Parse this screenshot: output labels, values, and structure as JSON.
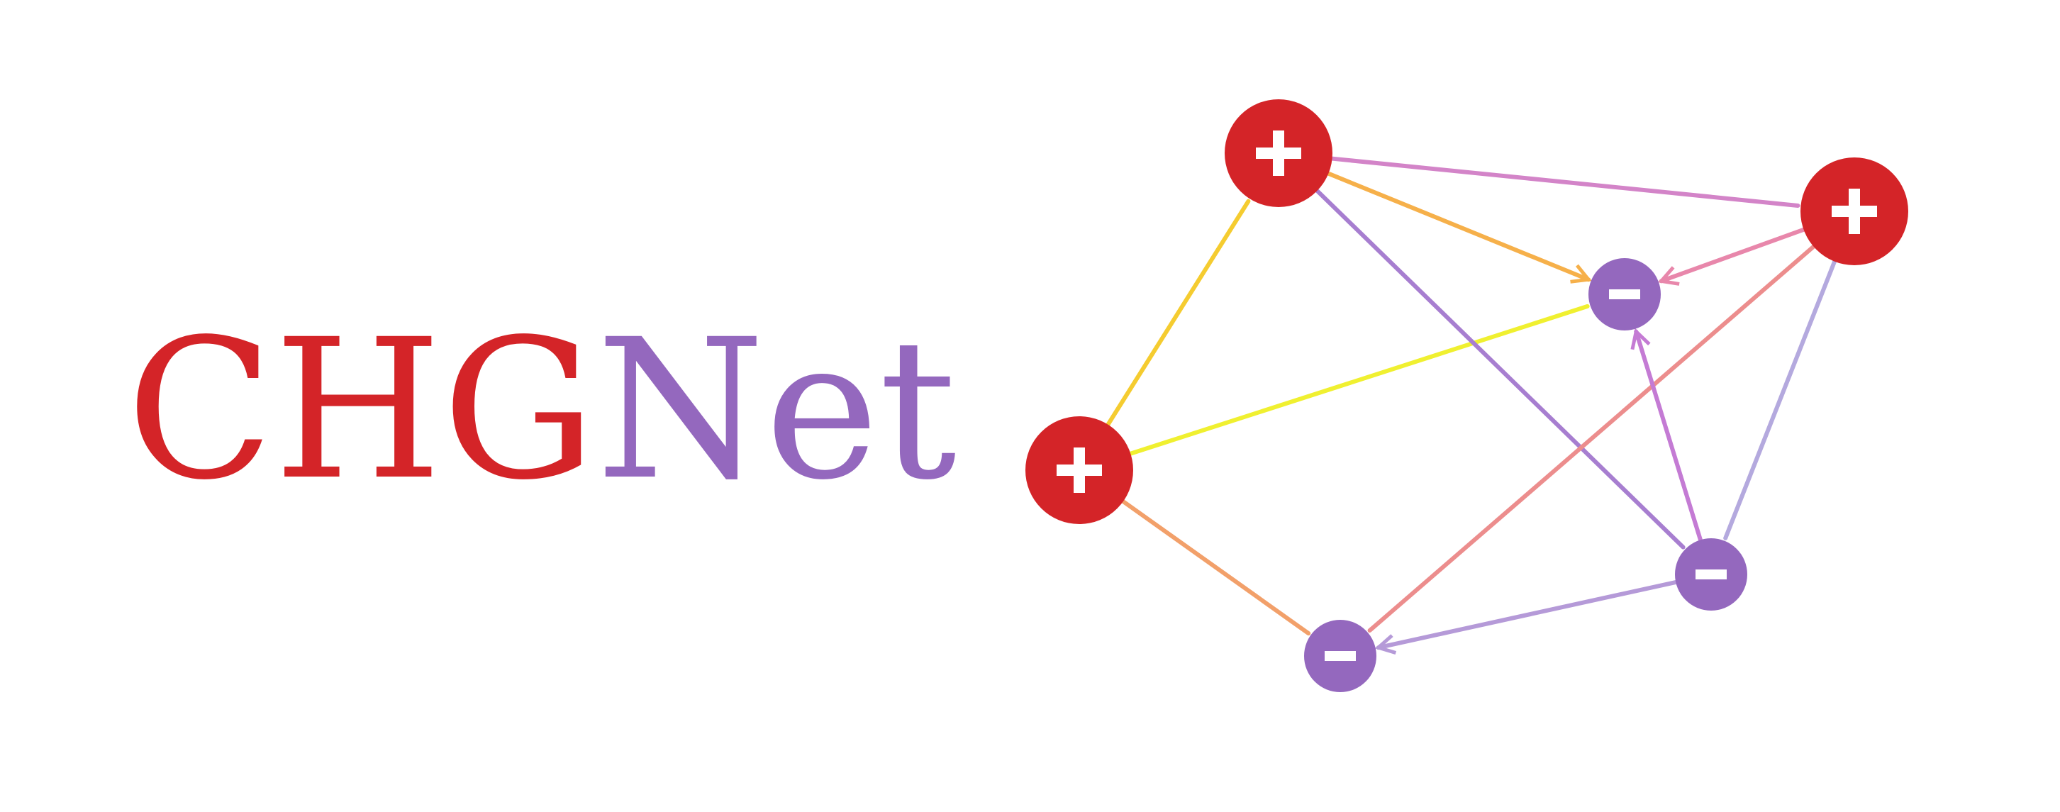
{
  "logo": {
    "text_part1": "CHG",
    "text_part2": "Net",
    "part1_color": "#d42428",
    "part2_color": "#9468be"
  },
  "graph": {
    "node_colors": {
      "positive": "#d42428",
      "negative": "#9468be"
    },
    "nodes": [
      {
        "id": "p1",
        "charge": "positive",
        "icon": "plus-icon"
      },
      {
        "id": "p2",
        "charge": "positive",
        "icon": "plus-icon"
      },
      {
        "id": "p3",
        "charge": "positive",
        "icon": "plus-icon"
      },
      {
        "id": "n1",
        "charge": "negative",
        "icon": "minus-icon"
      },
      {
        "id": "n2",
        "charge": "negative",
        "icon": "minus-icon"
      },
      {
        "id": "n3",
        "charge": "negative",
        "icon": "minus-icon"
      }
    ],
    "edges": [
      {
        "from": "p1",
        "to": "p2",
        "color": "#f5cc30",
        "arrow": false
      },
      {
        "from": "p1",
        "to": "n1",
        "color": "#f0f030",
        "arrow": false
      },
      {
        "from": "p1",
        "to": "n3",
        "color": "#f2a06a",
        "arrow": false
      },
      {
        "from": "p2",
        "to": "p3",
        "color": "#d384c8",
        "arrow": false
      },
      {
        "from": "p2",
        "to": "n1",
        "color": "#f6b04a",
        "arrow": true
      },
      {
        "from": "p2",
        "to": "n2",
        "color": "#a77ed0",
        "arrow": false
      },
      {
        "from": "p3",
        "to": "n1",
        "color": "#e887ab",
        "arrow": true
      },
      {
        "from": "p3",
        "to": "n3",
        "color": "#ec8d8d",
        "arrow": false
      },
      {
        "from": "p3",
        "to": "n2",
        "color": "#b4a9de",
        "arrow": false
      },
      {
        "from": "n2",
        "to": "n1",
        "color": "#c47bd4",
        "arrow": true
      },
      {
        "from": "n2",
        "to": "n3",
        "color": "#b59ad8",
        "arrow": true
      }
    ]
  }
}
